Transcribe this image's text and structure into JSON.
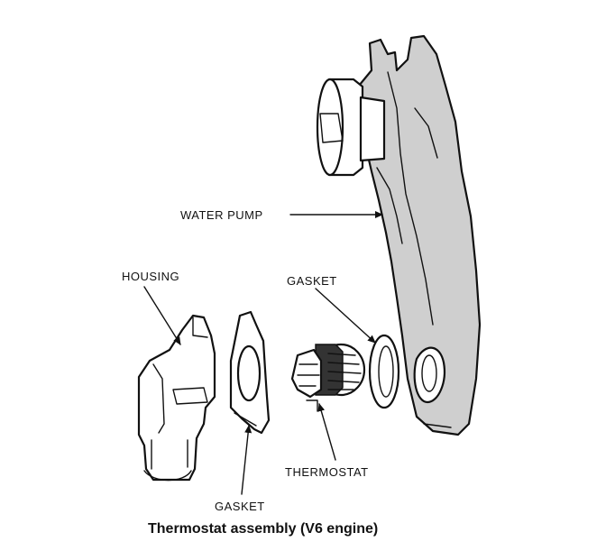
{
  "diagram": {
    "labels": {
      "water_pump": "WATER PUMP",
      "housing": "HOUSING",
      "gasket_top": "GASKET",
      "thermostat": "THERMOSTAT",
      "gasket_bottom": "GASKET"
    },
    "caption": "Thermostat assembly (V6 engine)"
  }
}
